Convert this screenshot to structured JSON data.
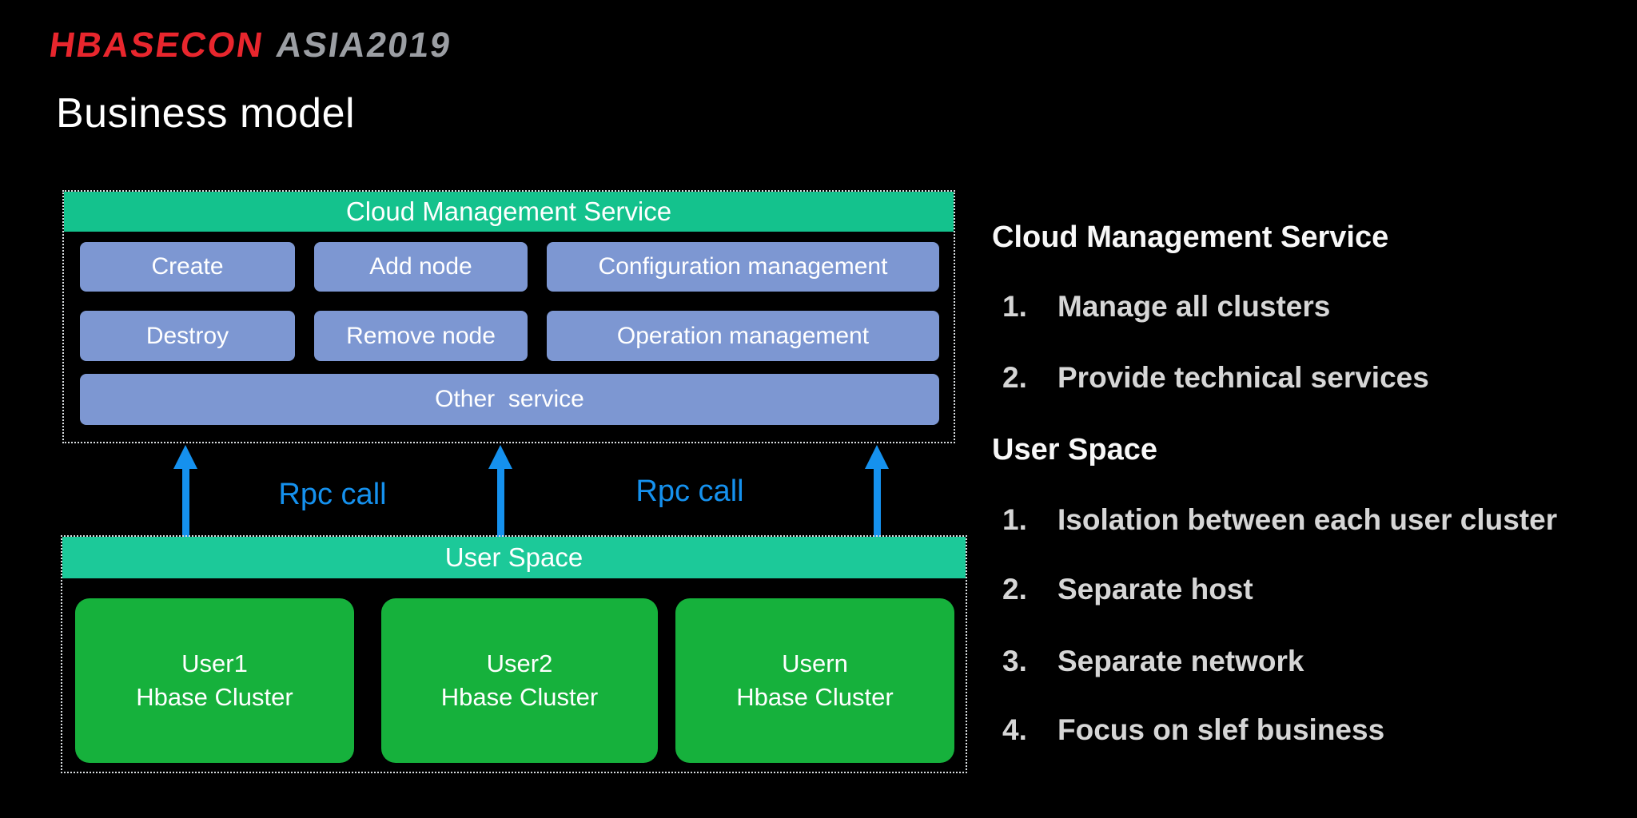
{
  "logo": {
    "part1": "HBASECON",
    "part2": "ASIA2019"
  },
  "title": "Business model",
  "diagram": {
    "cms": {
      "header": "Cloud Management Service",
      "buttons": {
        "create": "Create",
        "add_node": "Add node",
        "config_mgmt": "Configuration management",
        "destroy": "Destroy",
        "remove_node": "Remove node",
        "operation_mgmt": "Operation management",
        "other_service": "Other  service"
      }
    },
    "rpc": {
      "left": "Rpc call",
      "right": "Rpc call"
    },
    "user_space": {
      "header": "User Space",
      "clusters": [
        {
          "line1": "User1",
          "line2": "Hbase Cluster"
        },
        {
          "line1": "User2",
          "line2": "Hbase Cluster"
        },
        {
          "line1": "Usern",
          "line2": "Hbase Cluster"
        }
      ]
    }
  },
  "notes": {
    "sections": [
      {
        "heading": "Cloud Management Service",
        "items": [
          {
            "num": "1.",
            "text": "Manage all clusters"
          },
          {
            "num": "2.",
            "text": "Provide technical services"
          }
        ]
      },
      {
        "heading": "User Space",
        "items": [
          {
            "num": "1.",
            "text": "Isolation between each user cluster"
          },
          {
            "num": "2.",
            "text": "Separate host"
          },
          {
            "num": "3.",
            "text": "Separate network"
          },
          {
            "num": "4.",
            "text": "Focus on slef business"
          }
        ]
      }
    ]
  },
  "colors": {
    "background": "#000000",
    "logo_red": "#e8262d",
    "logo_gray": "#9b9ea3",
    "cms_header_green": "#14c28d",
    "user_space_green": "#1cc999",
    "button_blue": "#7d97d2",
    "cluster_green": "#16b13c",
    "arrow_blue": "#1591ee",
    "dashed_border": "#d9dde0",
    "text_white": "#ffffff"
  }
}
